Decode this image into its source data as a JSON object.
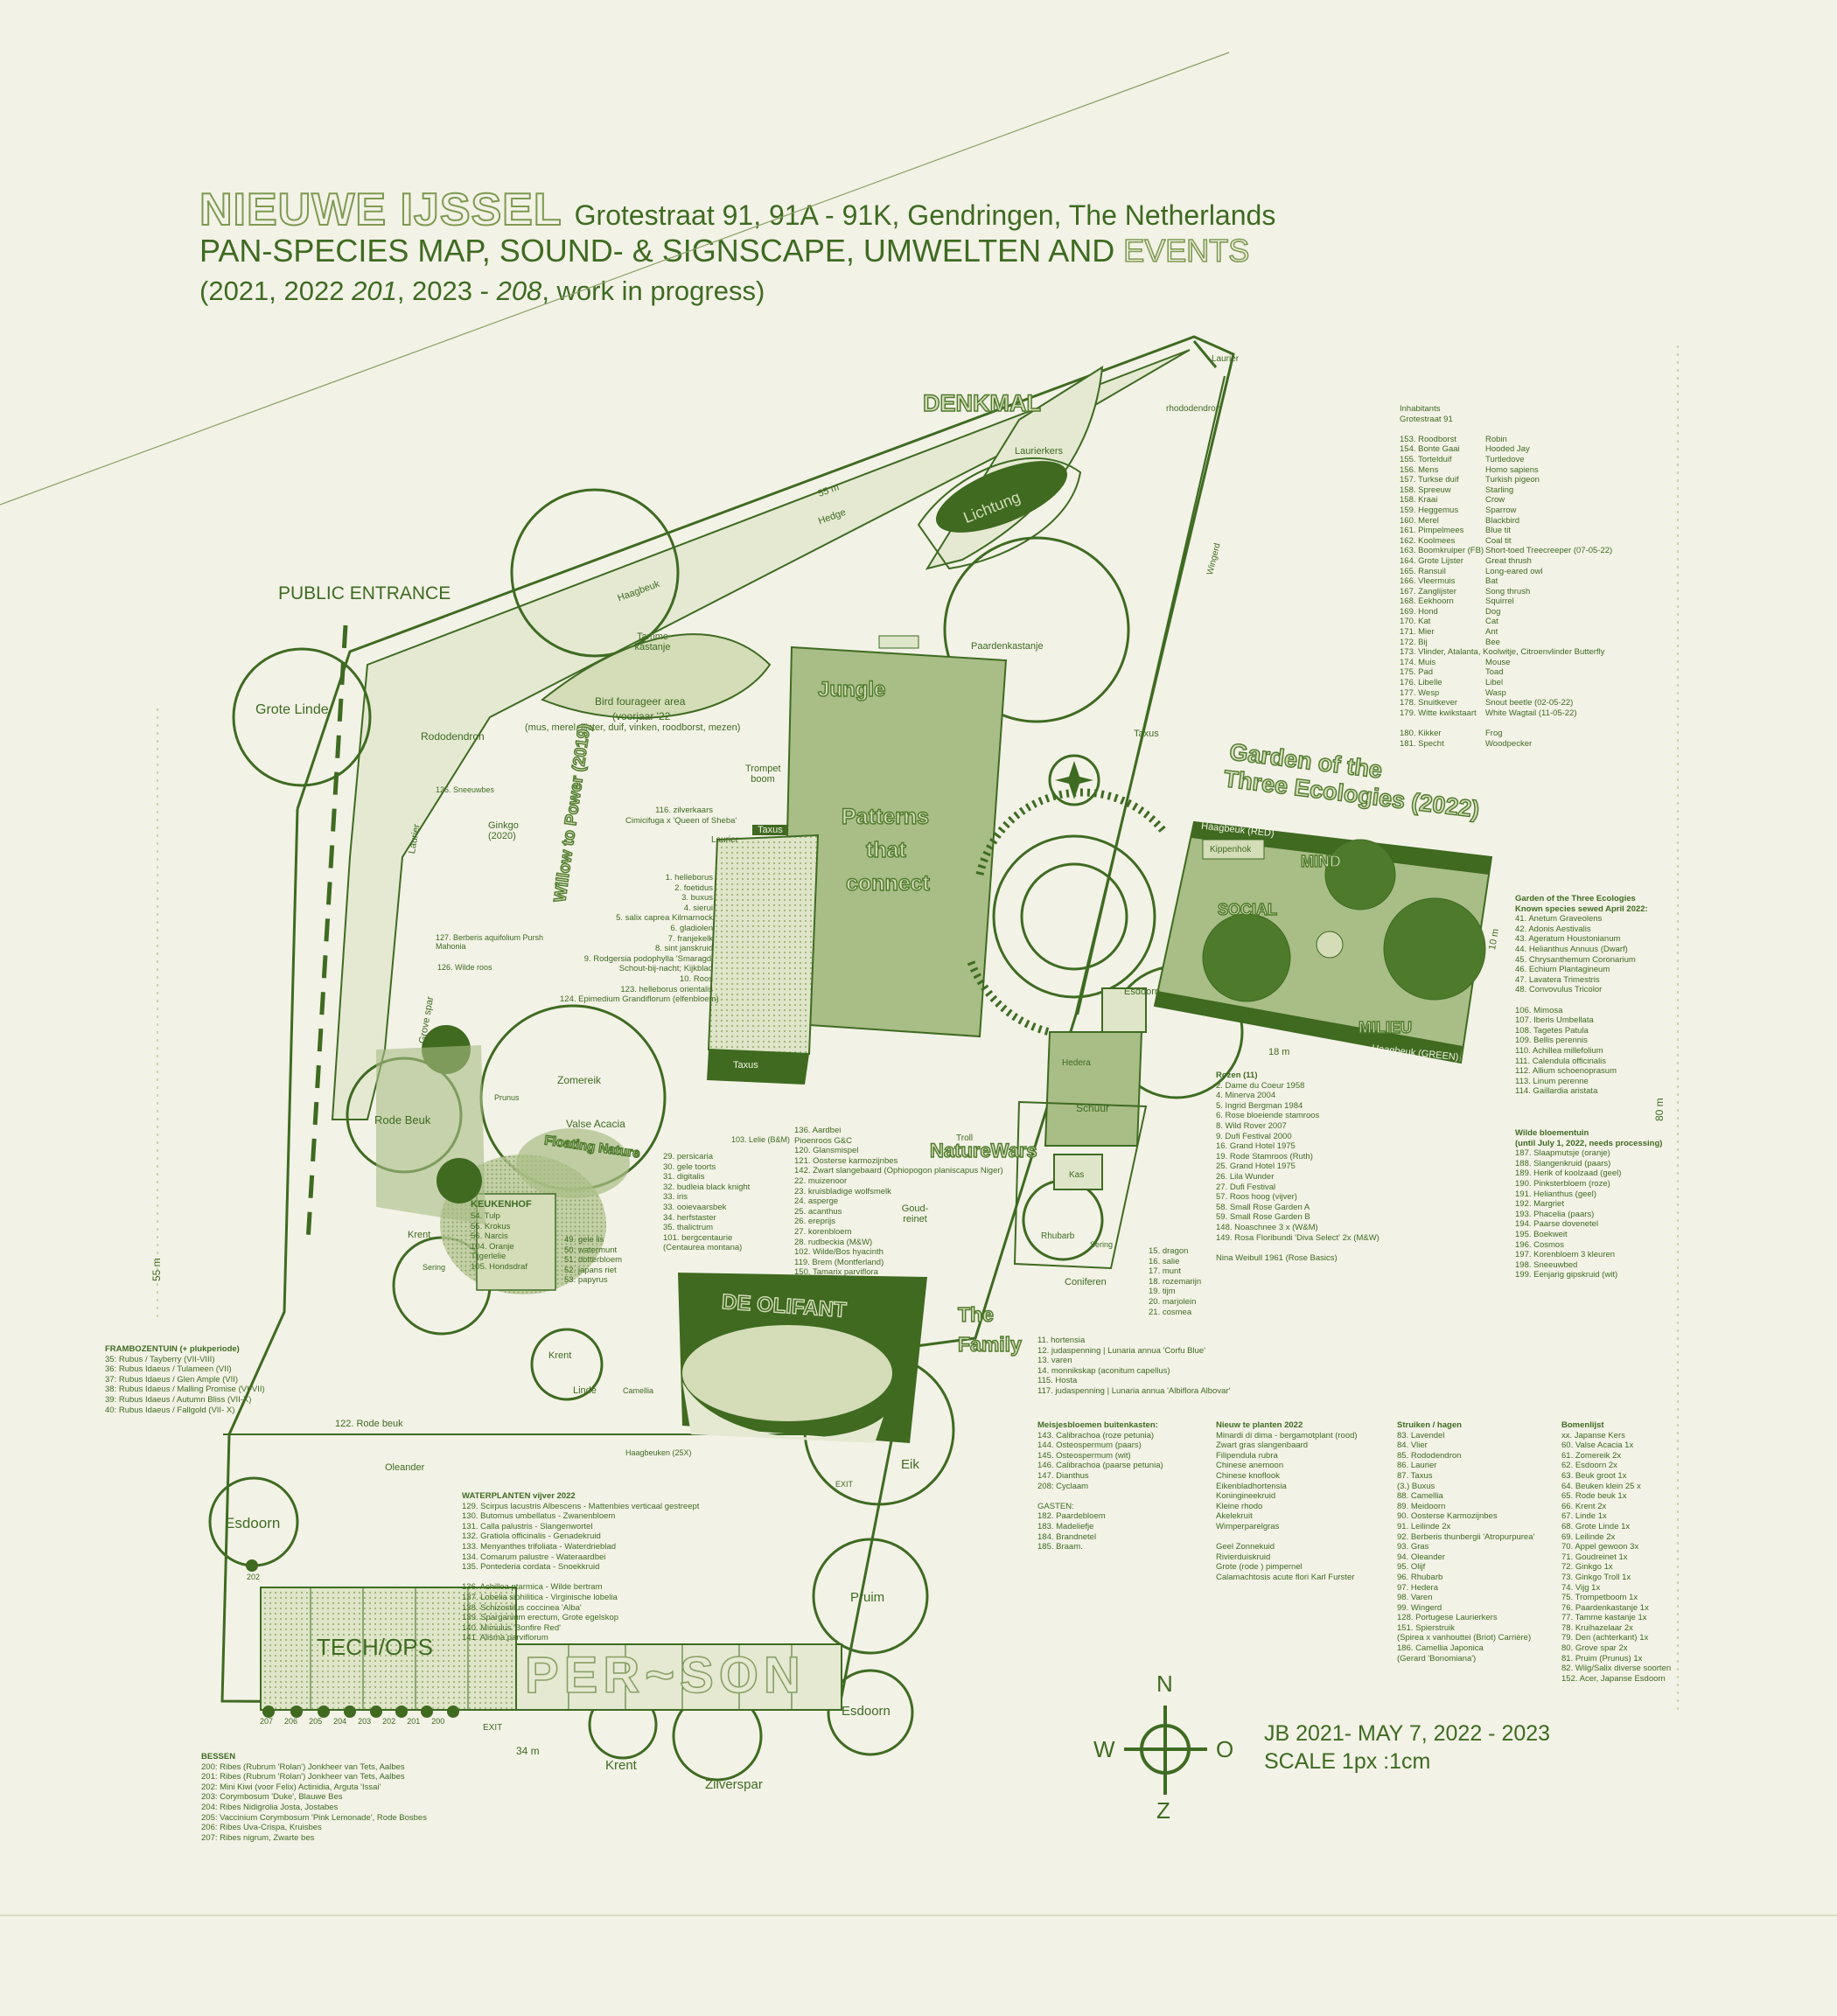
{
  "title": {
    "name": "NIEUWE IJSSEL",
    "address": "Grotestraat 91, 91A - 91K, Gendringen, The Netherlands",
    "subtitle_main": "PAN-SPECIES MAP, SOUND- & SIGNSCAPE, UMWELTEN AND ",
    "subtitle_accent": "EVENTS",
    "years_a": "(2021, 2022 ",
    "years_b": "201",
    "years_c": ", 2023 - ",
    "years_d": "208",
    "years_e": ", work in progress)"
  },
  "map_labels": {
    "public_entrance": "PUBLIC ENTRANCE",
    "denkmal": "DENKMAL",
    "laurier_top": "Laurier",
    "rhodo_top": "rhododendron",
    "laurierkers": "Laurierkers",
    "lichtung": "Lichtung",
    "hedge": "Hedge",
    "dist_55_top": "55 m",
    "haagbeuk": "Haagbeuk",
    "tamme_kastanje": "Tamme kastanje",
    "paardenkastanje": "Paardenkastanje",
    "wingerd": "Wingerd",
    "grote_linde": "Grote Linde",
    "rododendron": "Rododendron",
    "bird_area": "Bird fourageer area",
    "bird_area_2": "(voorjaar '22",
    "bird_area_3": "(mus, merel, lijster, duif, vinken, roodborst, mezen)",
    "trompet": "Trompet boom",
    "jungle": "Jungle",
    "patterns": "Patterns",
    "that": "that",
    "connect": "connect",
    "taxus_top": "Taxus",
    "taxus_mid": "Taxus",
    "taxus_bottom": "Taxus",
    "garden_three_1": "Garden of the",
    "garden_three_2": "Three Ecologies (2022)",
    "haagbeuk_red": "Haagbeuk (RED)",
    "haagbeuk_green": "Haagbeuk (GREEN)",
    "mind": "MIND",
    "social": "SOCIAL",
    "milieu": "MILIEU",
    "kippenhok": "Kippenhok",
    "dist_10": "10 m",
    "dist_18": "18 m",
    "sneeuwbes": "125. Sneeuwbes",
    "ginkgo": "Ginkgo (2020)",
    "laurier_left": "Laurier",
    "willow": "Willow to Power (2019)",
    "berberis": "127. Berberis aquifolium Pursh Mahonia",
    "wilde_roos": "126. Wilde roos",
    "grove_spar": "Grove spar",
    "zomereik": "Zomereik",
    "valse_acacia": "Valse Acacia",
    "rode_beuk": "Rode Beuk",
    "prunus": "Prunus",
    "floating_nature": "Floating Nature",
    "keukenhof": "KEUKENHOF",
    "krent_left": "Krent",
    "sering_left": "Sering",
    "dist_55_left": "55 m",
    "laurier_in": "Laurier",
    "esdoorn_mid": "Esdoorn",
    "hedera": "Hedera",
    "schuur": "Schuur",
    "kas": "Kas",
    "rhubarb": "Rhubarb",
    "sering_right": "Sering",
    "coniferen": "Coniferen",
    "nature_wars": "NatureWars",
    "the_family_1": "The",
    "the_family_2": "Family",
    "de_olifant": "DE OLIFANT",
    "goudreinet": "Goud-reinet",
    "troll": "Troll",
    "lelie": "103. Lelie (B&M)",
    "krent_mid": "Krent",
    "linde": "Linde",
    "camellia": "Camellia",
    "rode_beuk_122": "122. Rode beuk",
    "oleander": "Oleander",
    "haagbeuken": "Haagbeuken (25X)",
    "exit_mid": "EXIT",
    "eik": "Eik",
    "esdoorn_left": "Esdoorn",
    "num_202": "202",
    "prulm": "Pruim",
    "tech_ops": "TECH/OPS",
    "person": "PER~SON",
    "esdoorn_bottom": "Esdoorn",
    "krent_bottom": "Krent",
    "zilverspar": "Zilverspar",
    "exit_bottom": "EXIT",
    "dist_34": "34 m",
    "dist_80": "80 m",
    "berries_nums": [
      "207",
      "206",
      "205",
      "204",
      "203",
      "202",
      "201",
      "200"
    ]
  },
  "compass": {
    "n": "N",
    "w": "W",
    "o": "O",
    "z": "Z"
  },
  "scale": {
    "line1": "JB 2021- MAY 7, 2022 - 2023",
    "line2": "SCALE 1px :1cm"
  },
  "lists": {
    "inhabitants_head": [
      "Inhabitants",
      "Grotestraat 91"
    ],
    "inhabitants": [
      [
        "153. Roodborst",
        "Robin"
      ],
      [
        "154. Bonte Gaai",
        "Hooded Jay"
      ],
      [
        "155. Tortelduif",
        "Turtledove"
      ],
      [
        "156. Mens",
        "Homo sapiens"
      ],
      [
        "157. Turkse duif",
        "Turkish pigeon"
      ],
      [
        "158. Spreeuw",
        "Starling"
      ],
      [
        "158. Kraai",
        "Crow"
      ],
      [
        "159. Heggemus",
        "Sparrow"
      ],
      [
        "160. Merel",
        "Blackbird"
      ],
      [
        "161. Pimpelmees",
        "Blue tit"
      ],
      [
        "162. Koolmees",
        "Coal tit"
      ],
      [
        "163. Boomkruiper (FB)",
        "Short-toed Treecreeper (07-05-22)"
      ],
      [
        "164. Grote Lijster",
        "Great thrush"
      ],
      [
        "165. Ransuil",
        "Long-eared owl"
      ],
      [
        "166. Vleermuis",
        "Bat"
      ],
      [
        "167. Zanglijster",
        "Song thrush"
      ],
      [
        "168. Eekhoorn",
        "Squirrel"
      ],
      [
        "169. Hond",
        "Dog"
      ],
      [
        "170. Kat",
        "Cat"
      ],
      [
        "171. Mier",
        "Ant"
      ],
      [
        "172. Bij",
        "Bee"
      ],
      [
        "173. Vlinder, Atalanta, Koolwitje, Citroenvlinder Butterfly",
        ""
      ],
      [
        "174. Muis",
        "Mouse"
      ],
      [
        "175. Pad",
        "Toad"
      ],
      [
        "176. Libelle",
        "Libel"
      ],
      [
        "177. Wesp",
        "Wasp"
      ],
      [
        "178. Snuitkever",
        "Snout beetle (02-05-22)"
      ],
      [
        "179. Witte kwikstaart",
        "White Wagtail (11-05-22)"
      ],
      [
        "",
        ""
      ],
      [
        "180. Kikker",
        "Frog"
      ],
      [
        "181. Specht",
        "Woodpecker"
      ]
    ],
    "three_eco_head": [
      "Garden of the Three Ecologies",
      "Known species sewed April 2022:"
    ],
    "three_eco": [
      "41. Anetum Graveolens",
      "42. Adonis Aestivalis",
      "43. Ageratum Houstonianum",
      "44. Helianthus Annuus (Dwarf)",
      "45. Chrysanthemum Coronarium",
      "46. Echium Plantagineum",
      "47. Lavatera Trimestris",
      "48. Convovulus Tricolor",
      "",
      "106. Mimosa",
      "107. Iberis Umbellata",
      "108. Tagetes Patula",
      "109. Bellis perennis",
      "110. Achillea millefolium",
      "111. Calendula officinalis",
      "112. Allium schoenoprasum",
      "113. Linum perenne",
      "114. Gaillardia aristata"
    ],
    "wilde_head": [
      "Wilde bloementuin",
      "(until July 1, 2022, needs processing)"
    ],
    "wilde": [
      "187. Slaapmutsje (oranje)",
      "188. Slangenkruid (paars)",
      "189. Herik of koolzaad (geel)",
      "190. Pinksterbloem (roze)",
      "191. Helianthus (geel)",
      "192. Margriet",
      "193. Phacelia (paars)",
      "194. Paarse dovenetel",
      "195. Boekweit",
      "196. Cosmos",
      "197. Korenbloem 3 kleuren",
      "198. Sneeuwbed",
      "199. Eenjarig gipskruid (wit)"
    ],
    "rozen_head": [
      "Rozen (11)"
    ],
    "rozen": [
      "2. Dame du Coeur 1958",
      "4. Minerva 2004",
      "5. Ingrid Bergman 1984",
      "6. Rose bloeiende stamroos",
      "8. Wild Rover 2007",
      "9. Dufi Festival 2000",
      "16. Grand Hotel 1975",
      "19. Rode Stamroos (Ruth)",
      "25. Grand Hotel 1975",
      "26. Lila Wunder",
      "27. Dufi Festival",
      "57. Roos hoog (vijver)",
      "58. Small Rose Garden A",
      "59. Small Rose Garden B",
      "148. Noaschnee 3 x (W&M)",
      "149. Rosa Floribundi 'Diva Select' 2x (M&W)",
      "",
      "Nina Weibull 1961 (Rose Basics)"
    ],
    "framb_head": [
      "FRAMBOZENTUIN (+ plukperiode)"
    ],
    "framb": [
      "35: Rubus / Tayberry (VII-VIII)",
      "36: Rubus Idaeus / Tulameen (VII)",
      "37: Rubus Idaeus / Glen Ample (VII)",
      "38: Rubus Idaeus / Malling Promise (VI-VII)",
      "39: Rubus Idaeus / Autumn Bliss (VII-X)",
      "40: Rubus Idaeus / Fallgold (VII- X)"
    ],
    "bessen_head": [
      "BESSEN"
    ],
    "bessen": [
      "200: Ribes (Rubrum 'Rolan') Jonkheer van Tets, Aalbes",
      "201: Ribes (Rubrum 'Rolan') Jonkheer van Tets, Aalbes",
      "202: Mini Kiwi (voor Felix) Actinidia, Arguta 'Issai'",
      "203: Corymbosum 'Duke', Blauwe Bes",
      "204: Ribes Nidigrolia Josta, Jostabes",
      "205: Vaccinium Corymbosum 'Pink Lemonade', Rode Bosbes",
      "206: Ribes Uva-Crispa, Kruisbes",
      "207: Ribes nigrum, Zwarte bes"
    ],
    "water_head": [
      "WATERPLANTEN vijver 2022"
    ],
    "water": [
      "129. Scirpus lacustris Albescens - Mattenbies verticaal gestreept",
      "130. Butomus umbellatus - Zwanenbloem",
      "131. Calla palustris - Slangenwortel",
      "132. Gratiola officinalis - Genadekruid",
      "133. Menyanthes trifoliata - Waterdrieblad",
      "134. Comarum palustre - Wateraardbei",
      "135. Pontederia cordata - Snoekkruid",
      "",
      "136. Achillea ptarmica - Wilde bertram",
      "137. Lobelia siphilitica - Virginische lobelia",
      "138. Schizostilus coccinea 'Alba'",
      "139. Sparganium erectum, Grote egelskop",
      "140. Mimulus 'Bonfire Red'",
      "141. Alisma parviflorum"
    ],
    "meij_head": [
      "Meisjesbloemen buitenkasten:"
    ],
    "meij": [
      "143. Calibrachoa (roze petunia)",
      "144. Osteospermum (paars)",
      "145. Osteospermum (wit)",
      "146. Calibrachoa (paarse petunia)",
      "147. Dianthus",
      "208: Cyclaam",
      "",
      "GASTEN:",
      "182. Paardebloem",
      "183. Madeliefje",
      "184. Brandnetel",
      "185. Braam."
    ],
    "nieuw_head": [
      "Nieuw te planten 2022"
    ],
    "nieuw": [
      "Minardi di dima - bergamotplant (rood)",
      "Zwart gras slangenbaard",
      "Filipendula rubra",
      "Chinese anemoon",
      "Chinese knoflook",
      "Eikenbladhortensia",
      "Koningineekruid",
      "Kleine rhodo",
      "Akelekruit",
      "Wimperparelgras",
      "",
      "Geel Zonnekuid",
      "Rivierduiskruid",
      "Grote (rode ) pimpernel",
      "Calamachtosis acute flori Karl Furster"
    ],
    "struik_head": [
      "Struiken / hagen"
    ],
    "struik": [
      "83. Lavendel",
      "84. Vlier",
      "85. Rododendron",
      "86. Laurier",
      "87. Taxus",
      "(3.) Buxus",
      "88. Camellia",
      "89. Meidoorn",
      "90. Oosterse Karmozijnbes",
      "91. Leilinde 2x",
      "92. Berberis thunbergii 'Atropurpurea'",
      "93. Gras",
      "94. Oleander",
      "95. Olijf",
      "96. Rhubarb",
      "97. Hedera",
      "98. Varen",
      "99. Wingerd",
      "128. Portugese Laurierkers",
      "151. Spierstruik",
      "(Spirea x vanhouttei (Briot) Carrière)",
      "186. Camellia Japonica",
      "(Gerard 'Bonomiana')"
    ],
    "bomen_head": [
      "Bomenlijst"
    ],
    "bomen": [
      "xx. Japanse Kers",
      "60. Valse Acacia 1x",
      "61. Zomereik 2x",
      "62. Esdoorn 2x",
      "63. Beuk groot 1x",
      "64. Beuken klein 25 x",
      "65. Rode beuk 1x",
      "66. Krent 2x",
      "67. Linde 1x",
      "68. Grote Linde 1x",
      "69. Leilinde 2x",
      "70. Appel gewoon 3x",
      "71. Goudreinet 1x",
      "72. Ginkgo 1x",
      "73. Ginkgo Troll 1x",
      "74. Vijg 1x",
      "75. Trompetboom 1x",
      "76. Paardenkastanje 1x",
      "77. Tamme kastanje 1x",
      "78. Kruihazelaar 2x",
      "79. Den (achterkant) 1x",
      "80. Grove spar 2x",
      "81. Pruim (Prunus) 1x",
      "82. Wilg/Salix diverse soorten",
      "152. Acer, Japanse Esdoorn"
    ],
    "shade": [
      "1. helleborus",
      "2. foetidus",
      "3. buxus",
      "4. sierui",
      "5. salix caprea Kilmarnock",
      "6. gladiolen",
      "7. franjekelk",
      "8. sint janskruid",
      "9. Rodgersia podophylla 'Smaragd'",
      "Schout-bij-nacht; Kijkblad",
      "10. Roos",
      "123. helleborus orientalis",
      "124. Epimedium Grandiflorum (elfenbloem)"
    ],
    "zilver": [
      "116. zilverkaars",
      "Cimicifuga x 'Queen of Sheba'"
    ],
    "pond_list": [
      "29. persicaria",
      "30. gele toorts",
      "31. digitalis",
      "32. budleia black knight",
      "33. iris",
      "33. ooievaarsbek",
      "34. herfstaster",
      "35. thalictrum",
      "101. bergcentaurie",
      "(Centaurea montana)"
    ],
    "mid_list": [
      "136. Aardbei",
      "Pioenroos G&C",
      "120. Glansmispel",
      "121. Oosterse karmozijnbes",
      "142. Zwart slangebaard (Ophiopogon planiscapus Niger)",
      "22. muizenoor",
      "23. kruisbladige wolfsmelk",
      "24. asperge",
      "25. acanthus",
      "26. ereprijs",
      "27. korenbloem",
      "28. rudbeckia (M&W)",
      "102. Wilde/Bos hyacinth",
      "119. Brem (Montferland)",
      "150. Tamarix parviflora"
    ],
    "keuken": [
      "54. Tulp",
      "55. Krokus",
      "56. Narcis",
      "104. Oranje",
      "Tijgerlelie",
      "105. Hondsdraf"
    ],
    "keuken2": [
      "49. gele lis",
      "50. watermunt",
      "51. dotterbloem",
      "52. japans riet",
      "53. papyrus"
    ],
    "family_list": [
      "11. hortensia",
      "12. judaspenning | Lunaria annua 'Corfu Blue'",
      "13. varen",
      "14. monnikskap (aconitum capellus)",
      "115. Hosta",
      "117. judaspenning | Lunaria annua 'Albiflora Albovar'"
    ],
    "sering_list": [
      "15. dragon",
      "16. salie",
      "17. munt",
      "18. rozemarijn",
      "19. tijm",
      "20. marjolein",
      "21. cosmea"
    ]
  },
  "colors": {
    "background": "#f3f2e6",
    "ink": "#3e6b22",
    "light_fill": "#d4dcb8",
    "mid_fill": "#a9bd86",
    "dark_fill": "#3f6a20"
  }
}
